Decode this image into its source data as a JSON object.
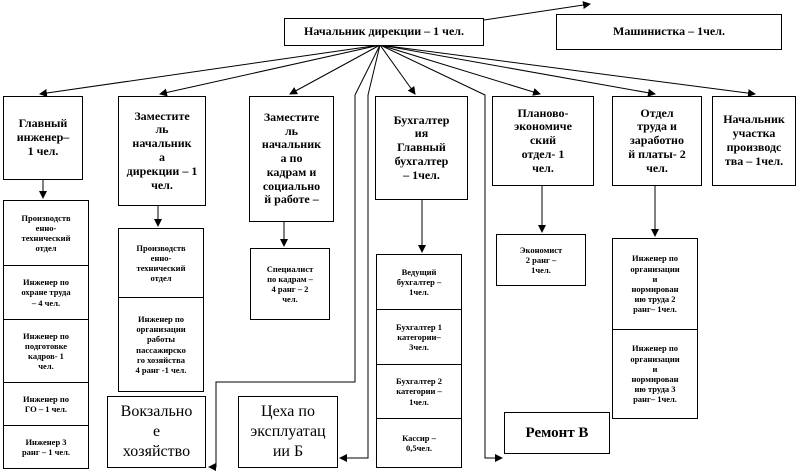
{
  "top": {
    "head": "Начальник дирекции – 1 чел.",
    "typist": "Машинистка – 1чел."
  },
  "departments": [
    {
      "title": "Главный\nинженер–\n1 чел.",
      "staff": [
        "Производств\nенно-\nтехнический\nотдел",
        "Инженер по\nохране труда\n– 4 чел.",
        "Инженер по\nподготовке\nкадров- 1\nчел.",
        "Инженер по\nГО – 1 чел.",
        "Инженер 3\nранг – 1 чел."
      ]
    },
    {
      "title": "Заместите\nль\nначальник\nа\nдирекции – 1 чел.",
      "staff": [
        "Производств\nенно-\nтехнический\nотдел",
        "Инженер по\nорганизации\nработы\nпассажирско\nго хозяйства\n4 ранг -1 чел."
      ]
    },
    {
      "title": "Заместите\nль\nначальник\nа по\nкадрам и\nсоциально\nй работе –",
      "staff": [
        "Специалист\nпо кадрам –\n4 ранг – 2\nчел."
      ]
    },
    {
      "title": "Бухгалтер\nия\nГлавный\nбухгалтер\n– 1чел.",
      "staff": [
        "Ведущий\nбухгалтер –\n1чел.",
        "Бухгалтер 1\nкатегории–\n3чел.",
        "Бухгалтер 2\nкатегории –\n1чел.",
        "Кассир –\n0,5чел."
      ]
    },
    {
      "title": "Планово-\nэкономиче\nский\nотдел- 1\nчел.",
      "staff": [
        "Экономист\n2 ранг –\n1чел."
      ]
    },
    {
      "title": "Отдел\nтруда и\nзаработно\nй платы- 2\nчел.",
      "staff": [
        "Инженер по\nорганизации\nи\nнормирован\nию труда 2\nранг– 1чел.",
        "Инженер по\nорганизации\nи\nнормирован\nию труда 3\nранг– 1чел."
      ]
    },
    {
      "title": "Начальник\nучастка\nпроизводс\nтва – 1чел.",
      "staff": []
    }
  ],
  "units": {
    "station": "Вокзально\nе\nхозяйство",
    "workshops": "Цеха по\nэксплуатац\nии Б",
    "repair": "Ремонт В"
  }
}
